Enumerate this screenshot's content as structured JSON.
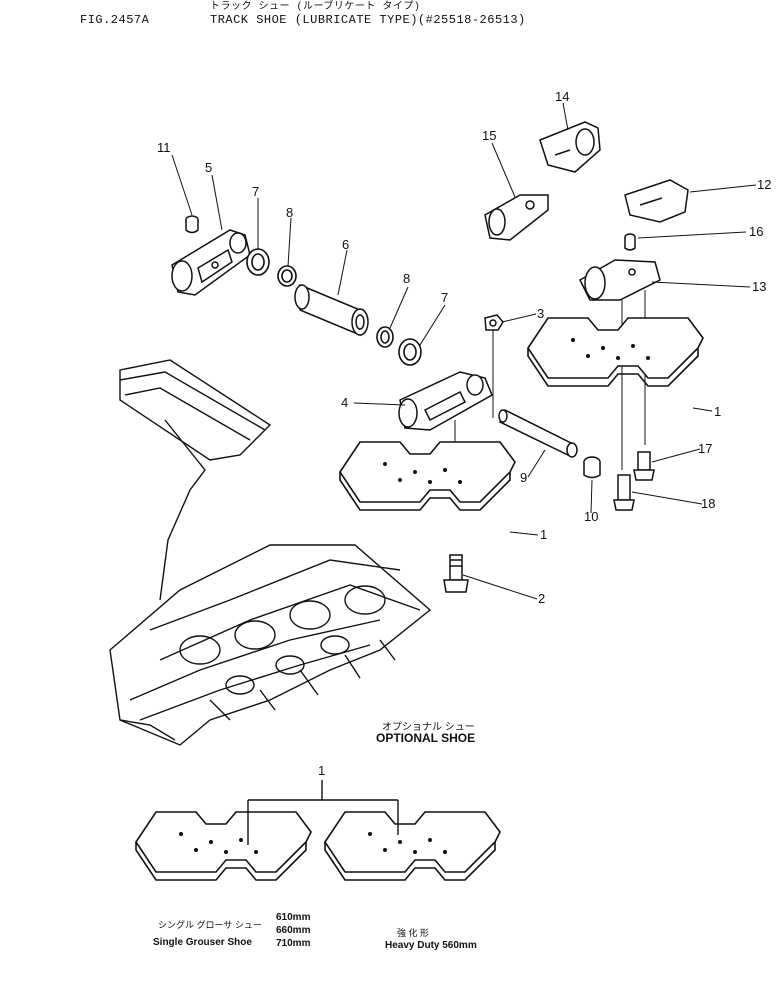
{
  "header": {
    "jp_title": "トラック シュー (ルーブリケート タイプ)",
    "fig": "FIG.2457A",
    "title": "TRACK SHOE (LUBRICATE TYPE)(#25518-26513)"
  },
  "callouts": [
    "11",
    "5",
    "7",
    "8",
    "6",
    "8",
    "7",
    "14",
    "15",
    "12",
    "16",
    "13",
    "3",
    "4",
    "1",
    "9",
    "17",
    "18",
    "10",
    "1",
    "2",
    "1"
  ],
  "optional": {
    "jp": "オプショナル シュー",
    "en": "OPTIONAL SHOE"
  },
  "single_grouser": {
    "jp": "シングル グローサ シュー",
    "en": "Single Grouser Shoe",
    "sizes": [
      "610mm",
      "660mm",
      "710mm"
    ]
  },
  "heavy_duty": {
    "jp": "強 化 形",
    "en": "Heavy Duty 560mm"
  }
}
